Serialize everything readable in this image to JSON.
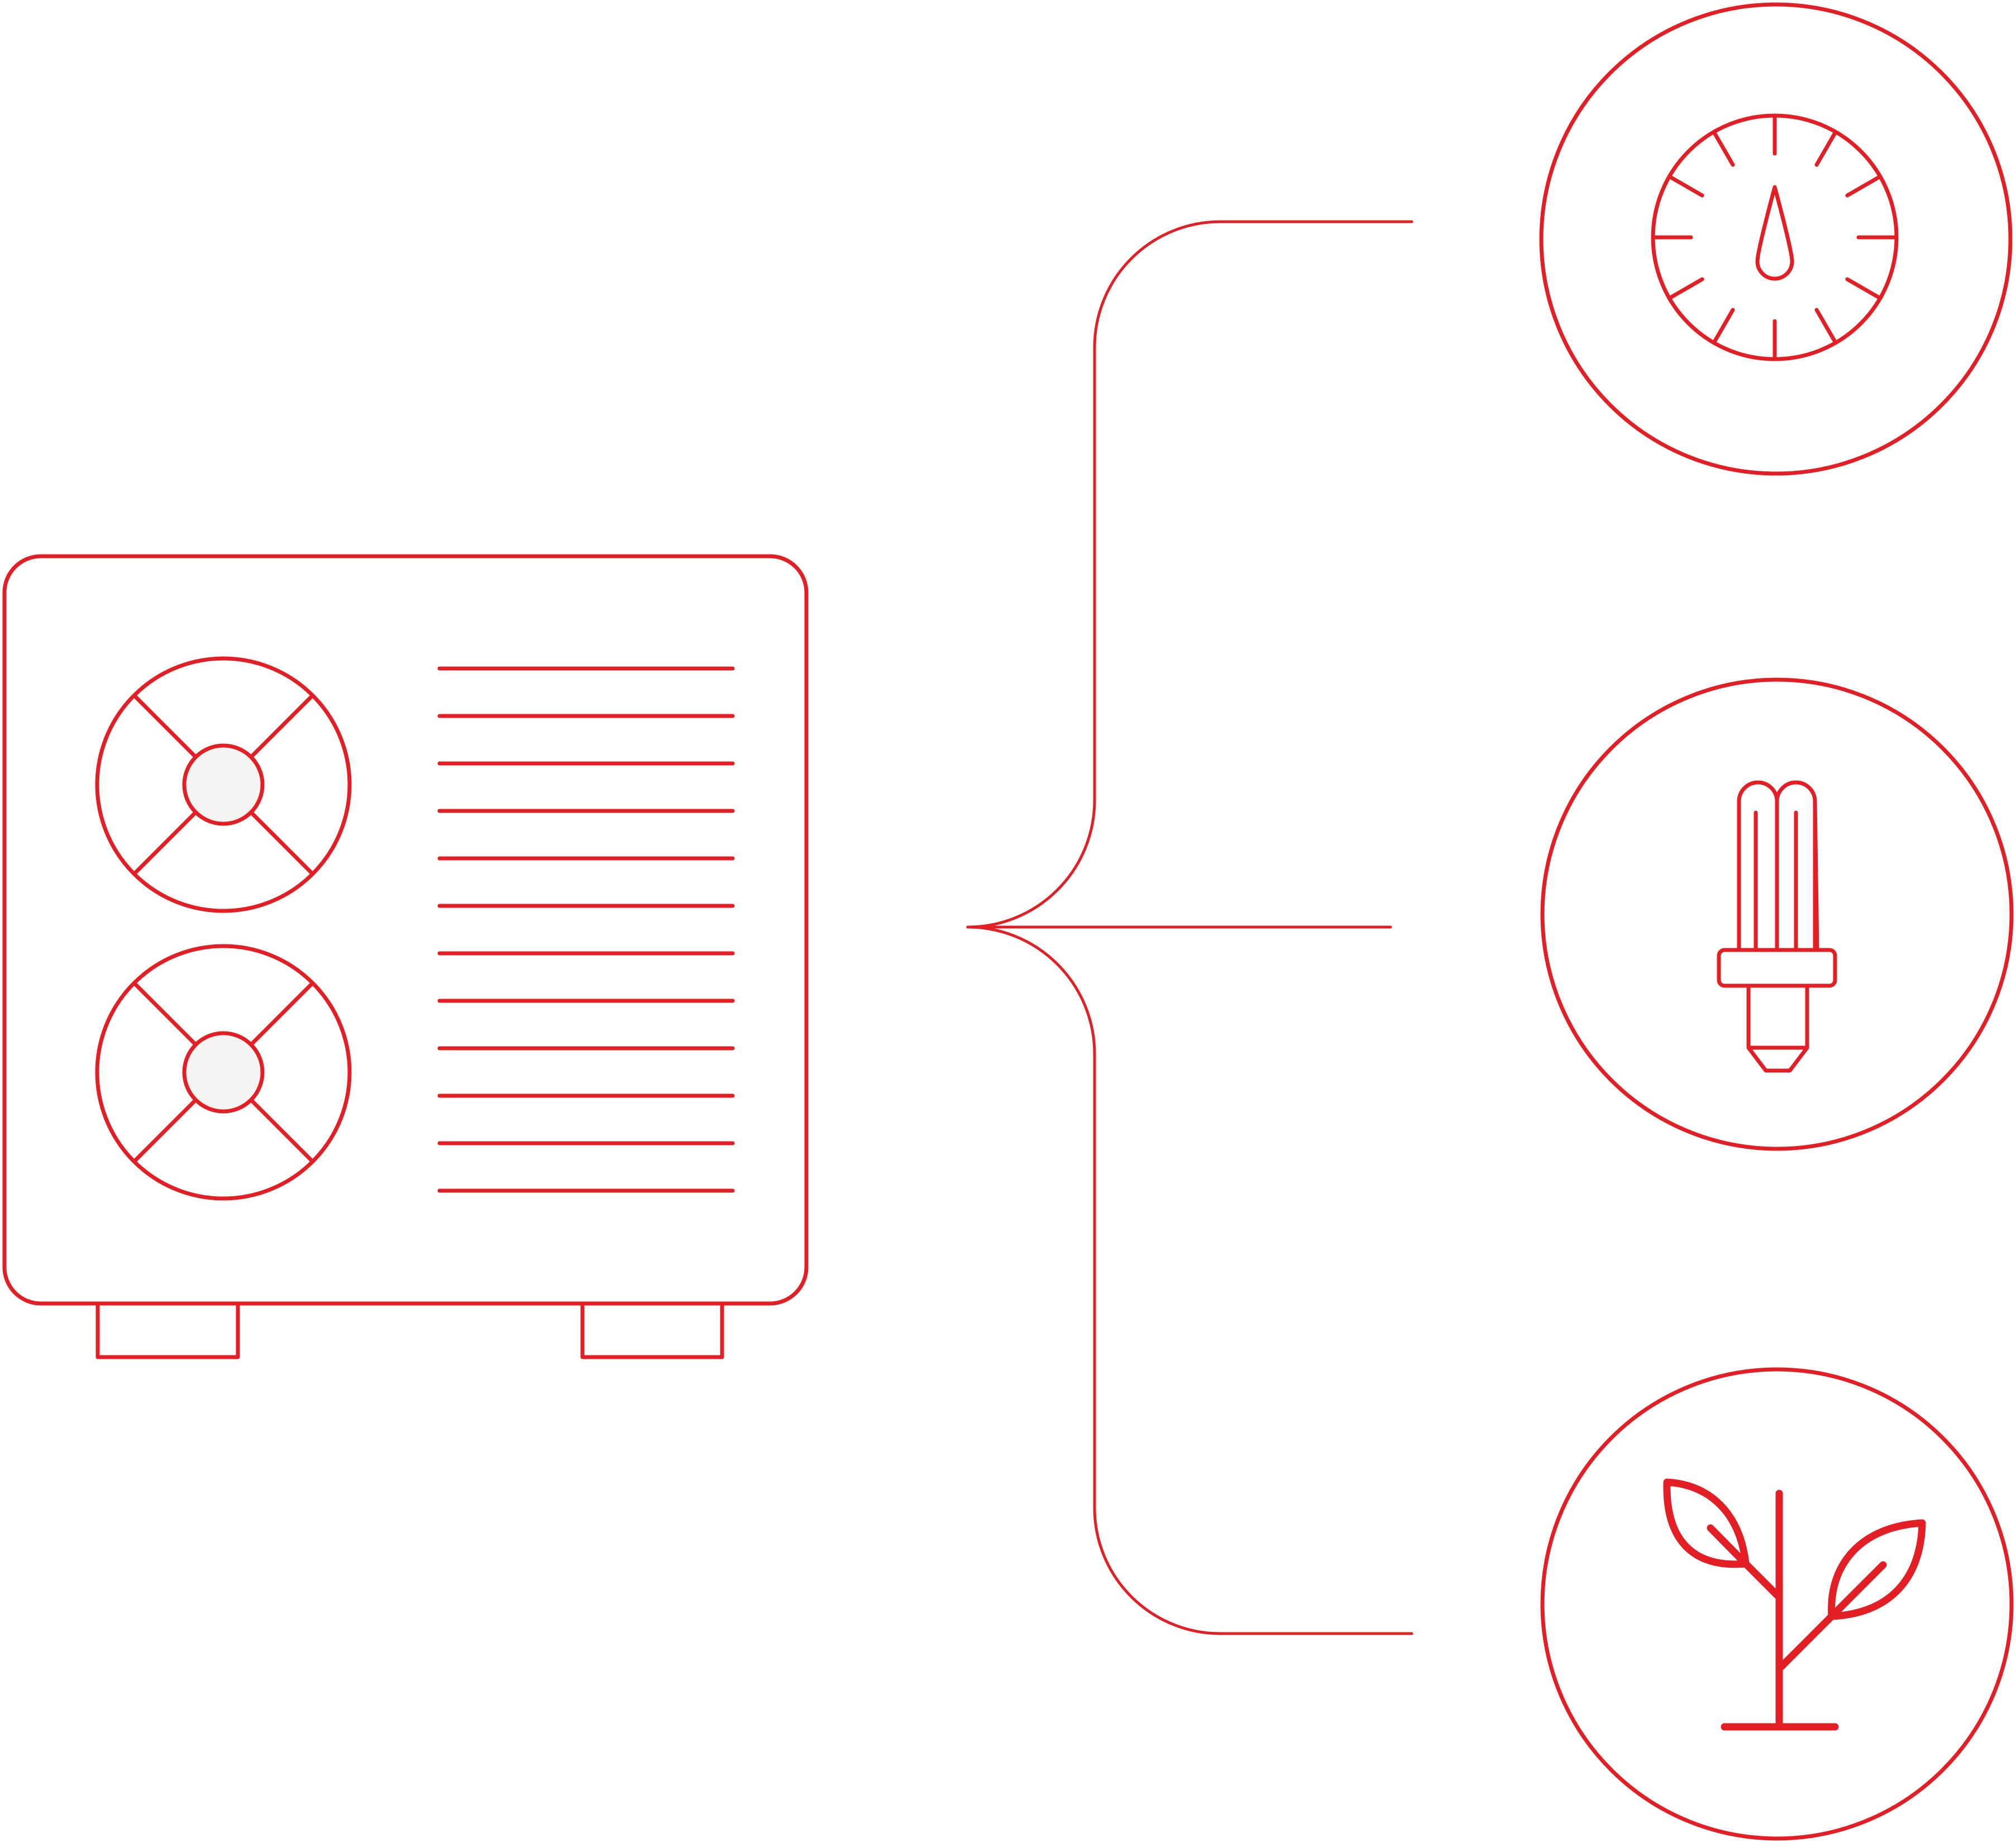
{
  "colors": {
    "line": "#E31E24",
    "background": "#FFFFFF",
    "fan_hub_fill": "#F4F4F2"
  },
  "diagram": {
    "unit": {
      "name": "heat-pump-outdoor-unit",
      "fans": 2,
      "grille_lines": 12,
      "feet": 2
    },
    "connector": "brace",
    "benefits": [
      {
        "icon": "gauge-icon"
      },
      {
        "icon": "energy-saving-bulb-icon"
      },
      {
        "icon": "plant-sprout-icon"
      }
    ]
  }
}
